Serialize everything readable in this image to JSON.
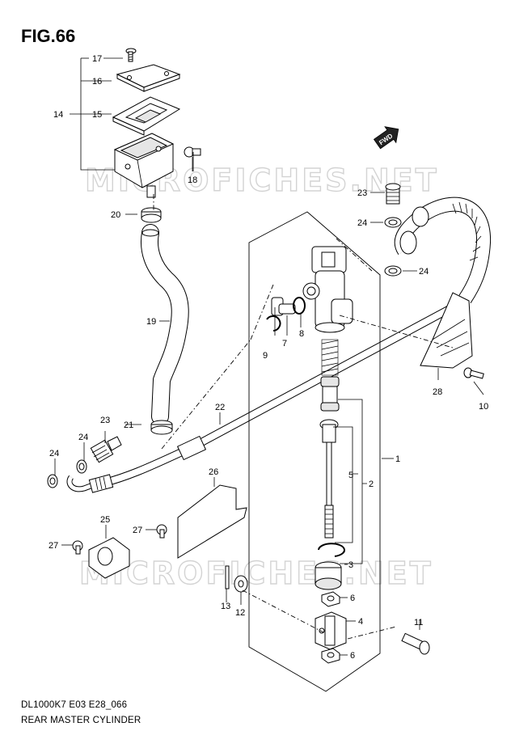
{
  "figure": {
    "title": "FIG.66",
    "footer_code": "DL1000K7 E03 E28_066",
    "footer_name": "REAR MASTER CYLINDER",
    "watermark": "MICROFICHES.NET",
    "direction_marker": "FWD"
  },
  "callouts": {
    "c1": "1",
    "c2": "2",
    "c3": "3",
    "c4": "4",
    "c5": "5",
    "c6a": "6",
    "c6b": "6",
    "c7": "7",
    "c8": "8",
    "c9": "9",
    "c10": "10",
    "c11": "11",
    "c12": "12",
    "c13": "13",
    "c14": "14",
    "c15": "15",
    "c16": "16",
    "c17": "17",
    "c18": "18",
    "c19": "19",
    "c20": "20",
    "c21": "21",
    "c22": "22",
    "c23a": "23",
    "c23b": "23",
    "c24a": "24",
    "c24b": "24",
    "c24c": "24",
    "c24d": "24",
    "c25": "25",
    "c26": "26",
    "c27a": "27",
    "c27b": "27",
    "c28": "28"
  }
}
